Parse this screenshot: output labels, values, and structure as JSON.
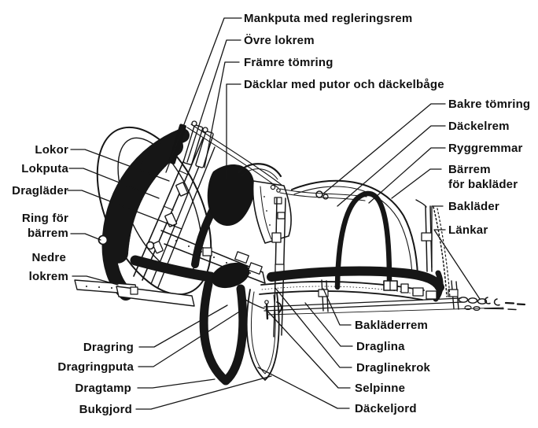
{
  "figure": {
    "colors": {
      "background": "#ffffff",
      "ink": "#161616",
      "dark_fill": "#141414"
    }
  },
  "labels": {
    "mankputa": "Mankputa med regleringsrem",
    "ovre_lokrem": "Övre lokrem",
    "framre_tomring": "Främre tömring",
    "dacklar": "Däcklar med putor och däckelbåge",
    "bakre_tomring": "Bakre tömring",
    "dackelrem": "Däckelrem",
    "ryggremmar": "Ryggremmar",
    "barrem_line1": "Bärrem",
    "barrem_line2": "för bakläder",
    "baklader": "Bakläder",
    "lankar": "Länkar",
    "lokor": "Lokor",
    "lokputa": "Lokputa",
    "draglader": "Dragläder",
    "ring_for_line1": "Ring för",
    "ring_for_line2": "bärrem",
    "nedre_lokrem_line1": "Nedre",
    "nedre_lokrem_line2": "lokrem",
    "dragring": "Dragring",
    "dragringputa": "Dragringputa",
    "dragtamp": "Dragtamp",
    "bukgjord": "Bukgjord",
    "bakladerrem": "Bakläderrem",
    "draglina": "Draglina",
    "draglinekrok": "Draglinekrok",
    "selpinne": "Selpinne",
    "dackeljord": "Däckeljord"
  }
}
